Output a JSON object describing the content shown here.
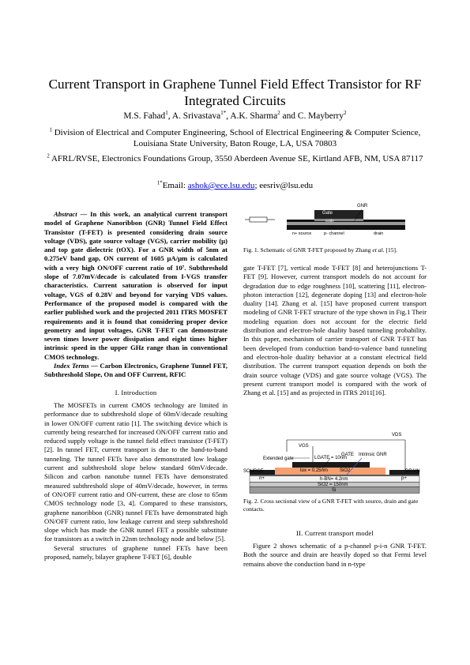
{
  "title": "Current Transport in Graphene Tunnel Field Effect Transistor for RF Integrated Circuits",
  "authors": [
    {
      "name": "M.S. Fahad",
      "sup": "1"
    },
    {
      "name": "A. Srivastava",
      "sup": "1*"
    },
    {
      "name": "A.K. Sharma",
      "sup": "2"
    },
    {
      "name": "C. Mayberry",
      "sup": "2"
    }
  ],
  "author_seps": [
    ", ",
    ", ",
    " and "
  ],
  "affiliations": [
    {
      "sup": "1",
      "text": "Division of Electrical and Computer Engineering, School of Electrical Engineering & Computer Science, Louisiana State University, Baton Rouge, LA, USA 70803"
    },
    {
      "sup": "2",
      "text": "AFRL/RVSE, Electronics Foundations Group, 3550 Aberdeen Avenue SE, Kirtland AFB, NM, USA 87117"
    }
  ],
  "email": {
    "sup": "1*",
    "prefix": "Email: ",
    "link": "ashok@ece.lsu.edu",
    "rest": "; eesriv@lsu.edu"
  },
  "abstract": {
    "label": "Abstract",
    "dash": " — ",
    "text": "In this work, an analytical current transport model of Graphene Nanoribbon (GNR) Tunnel Field Effect Transistor (T-FET) is presented considering drain source voltage (VDS), gate source voltage (VGS), carrier mobility (µ) and top gate dielectric (tOX). For a GNR width of 5nm at 0.275eV band gap, ON current of 1605 µA/µm is calculated with a very high ON/OFF current ratio of 10⁷. Subthreshold slope of 7.07mV/decade is calculated from I-VGS transfer characteristics. Current saturation is observed for input voltage, VGS of 0.28V and beyond for varying VDS values. Performance of the proposed model is compared with the earlier published work and the projected 2011 ITRS MOSFET requirements and it is found that considering proper device geometry and input voltages, GNR T-FET can demonstrate seven times lower power dissipation and eight times higher intrinsic speed in the upper GHz range than in conventional CMOS technology."
  },
  "index_terms": {
    "label": "Index Terms",
    "dash": " — ",
    "text": "Carbon Electronics, Graphene Tunnel FET, Subthreshold Slope, On and OFF Current, RFIC"
  },
  "section1": {
    "heading": "I. Introduction",
    "paragraphs": [
      "The MOSFETs in current CMOS technology are limited in performance due to subthreshold slope of 60mV/decade resulting in lower ON/OFF current ratio [1]. The switching device which is currently being researched for increased ON/OFF current ratio and reduced supply voltage is the tunnel field effect transistor (T-FET) [2]. In tunnel FET, current transport is due to the band-to-band tunneling. The tunnel FETs have also demonstrated low leakage current and subthreshold slope below standard 60mV/decade. Silicon and carbon nanotube tunnel FETs have demonstrated measured subthreshold slope of 40mV/decade, however, in terms of ON/OFF current ratio and ON-current, these are close to 65nm CMOS technology node [3, 4]. Compared to these transistors, graphene nanoribbon (GNR) tunnel FETs have demonstrated high ON/OFF current ratio, low leakage current and steep subthreshold slope which has made the GNR tunnel FET a possible substitute for transistors as a switch in 22nm technology node and below [5].",
      "Several structures of graphene tunnel FETs have been proposed, namely, bilayer graphene T-FET [6], double"
    ]
  },
  "right_col": {
    "paragraph": "gate T-FET [7], vertical mode T-FET [8] and heterojunctions T-FET [9]. However, current transport models do not account for degradation due to edge roughness [10], scattering [11], electron-photon interaction [12], degenerate doping [13] and electron-hole duality [14]. Zhang et al. [15] have proposed current transport modeling of GNR T-FET structure of the type shown in Fig.1 Their modeling equation does not account for the electric field distribution and electron-hole duality based tunneling probability. In this paper, mechanism of carrier transport of GNR T-FET has been developed from conduction band-to-valence band tunneling and electron-hole duality behavior at a constant electrical field distribution. The current transport equation depends on both the drain source voltage (VDS) and gate source voltage (VGS). The present current transport model is compared with the work of Zhang et al. [15] and as projected in ITRS 2011[16]."
  },
  "section2": {
    "heading": "II. Current transport model",
    "paragraph": "Figure 2 shows schematic of a p-channel p-i-n GNR T-FET. Both the source and drain are heavily doped so that Fermi level remains above the conduction band in n-type"
  },
  "fig1": {
    "caption_prefix": "Fig. 1.  Schematic of GNR T-FET proposed by Zhang ",
    "caption_italic": "et al",
    "caption_suffix": ". [15].",
    "labels": {
      "gate": "Gate",
      "gnr": "GNR",
      "oxide": "oxide",
      "source": "n+ source",
      "channel": "p- channel",
      "drain": "drain"
    }
  },
  "fig2": {
    "caption": "Fig. 2.  Cross sectional view of a GNR T-FET with source, drain and gate contacts.",
    "labels": {
      "vds": "VDS",
      "vgs": "VGS",
      "gate": "GATE",
      "intrinsic": "Intrinsic GNR",
      "ext_gate": "Extended gate",
      "lgate": "LGATE = 10nm",
      "source": "SOURCE",
      "drain": "DRAIN",
      "tox": "tox = 0.25nm",
      "sio2_top": "SiO2",
      "nplus": "n+",
      "pplus": "p+",
      "hbn": "h-BN= 4.2nm",
      "sio2": "SiO2 = 150nm",
      "si": "Si"
    }
  }
}
